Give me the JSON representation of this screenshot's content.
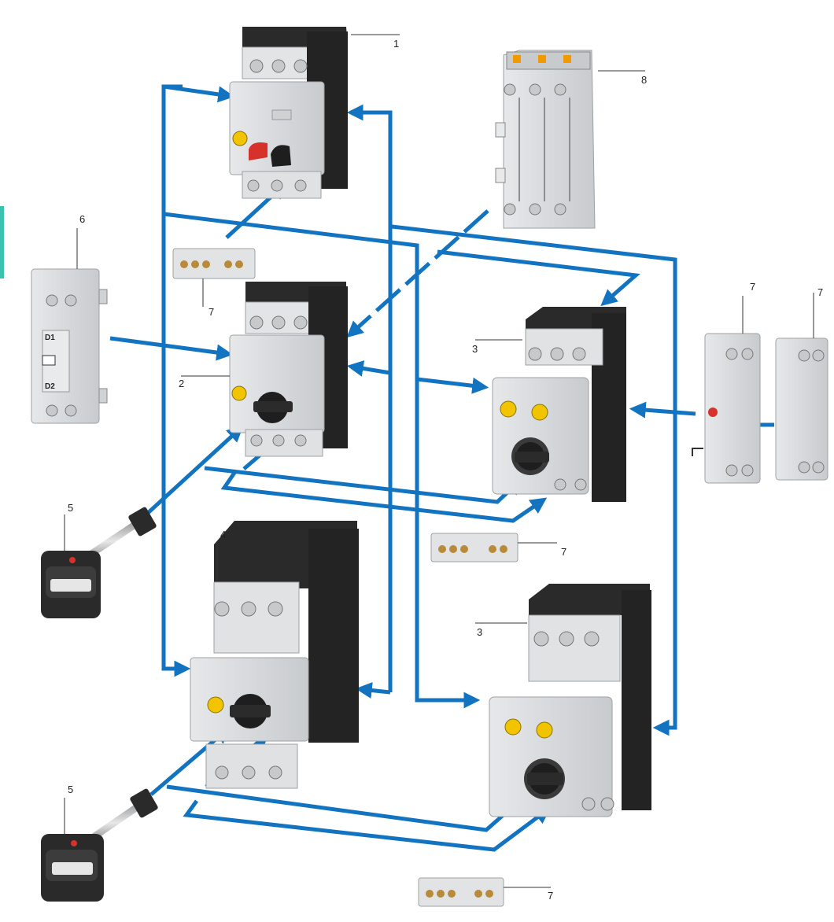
{
  "colors": {
    "arrow": "#1273c1",
    "body": "#d9dbdd",
    "body_dark": "#b9bcbf",
    "black": "#1e1e1e",
    "yellow": "#f2c400",
    "red": "#d7312c",
    "accent_tab": "#3cc3b0"
  },
  "labels": {
    "l1": "1",
    "l2": "2",
    "l3a": "3",
    "l3b": "3",
    "l4": "4",
    "l5a": "5",
    "l5b": "5",
    "l6": "6",
    "l7a": "7",
    "l7b": "7",
    "l7c": "7",
    "l7d": "7",
    "l7e": "7",
    "l8": "8"
  },
  "device_texts": {
    "d1": "D1",
    "d2": "D2"
  },
  "icons": [
    "circuit-breaker-icon",
    "auxiliary-contact-icon",
    "door-handle-icon",
    "shunt-release-icon",
    "busbar-adapter-icon"
  ]
}
